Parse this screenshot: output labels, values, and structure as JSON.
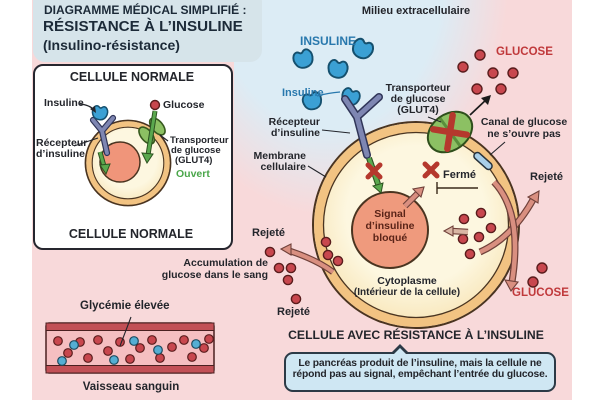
{
  "title": {
    "line1": "DIAGRAMME MÉDICAL SIMPLIFIÉ :",
    "line2": "RÉSISTANCE À L’INSULINE",
    "line3": "(Insulino-résistance)"
  },
  "normal_cell": {
    "header": "CELLULE NORMALE",
    "footer": "CELLULE NORMALE",
    "insulin": "Insuline",
    "receptor_l1": "Récepteur",
    "receptor_l2": "d’insuline",
    "glucose": "Glucose",
    "transporter_l1": "Transporteur",
    "transporter_l2": "de glucose",
    "transporter_l3": "(GLUT4)",
    "open": "Ouvert"
  },
  "blood": {
    "accum_l1": "Accumulation de",
    "accum_l2": "glucose dans le sang",
    "glycemia": "Glycémie élevée",
    "vessel": "Vaisseau sanguin"
  },
  "resistant_cell": {
    "milieu": "Milieu extracellulaire",
    "insulin_caps": "INSULINE",
    "insulin": "Insuline",
    "receptor_l1": "Récepteur",
    "receptor_l2": "d’insuline",
    "membrane_l1": "Membrane",
    "membrane_l2": "cellulaire",
    "transporter_l1": "Transporteur",
    "transporter_l2": "de glucose",
    "transporter_l3": "(GLUT4)",
    "canal_l1": "Canal de glucose",
    "canal_l2": "ne s’ouvre pas",
    "closed": "Fermé",
    "glucose_caps": "GLUCOSE",
    "rejected": "Rejeté",
    "signal_l1": "Signal",
    "signal_l2": "d’insuline",
    "signal_l3": "bloqué",
    "cyto_l1": "Cytoplasme",
    "cyto_l2": "(Intérieur de la cellule)",
    "footer": "CELLULE AVEC RÉSISTANCE À L’INSULINE",
    "bubble_l1": "Le pancréas produit de l’insuline, mais la cellule ne",
    "bubble_l2": "répond pas au signal, empêchant l’entrée du glucose."
  },
  "colors": {
    "insulin_blue": "#3ba0d4",
    "glucose_red": "#c8474e",
    "text_red": "#c0393b",
    "text_blue": "#2878ad",
    "text_green": "#4aa64a",
    "membrane_tan": "#f2c382",
    "cell_cream": "#fcf2d5",
    "nucleus_salmon": "#ef9a7d",
    "receptor_purple": "#7e86b2",
    "glut_green": "#8cc063",
    "sky_blue": "#dcecf5",
    "background_pink": "#f8d9da",
    "bubble_blue": "#cfe7f3",
    "vessel_red": "#c25056"
  }
}
